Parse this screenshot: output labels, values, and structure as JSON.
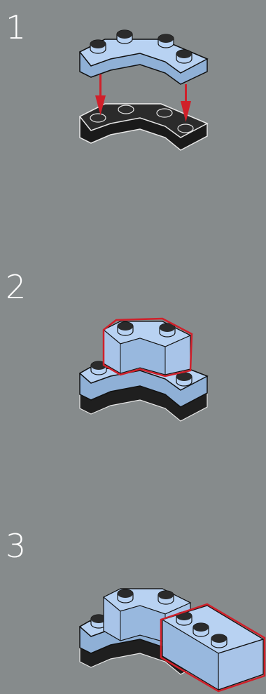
{
  "steps": [
    {
      "number": "1"
    },
    {
      "number": "2"
    },
    {
      "number": "3"
    }
  ],
  "colors": {
    "background": "#868b8c",
    "brick_blue": "#b8d2f2",
    "brick_blue_dark": "#8fb0d6",
    "brick_black": "#2a2a2a",
    "highlight": "#d0202a",
    "outline": "#111111"
  }
}
